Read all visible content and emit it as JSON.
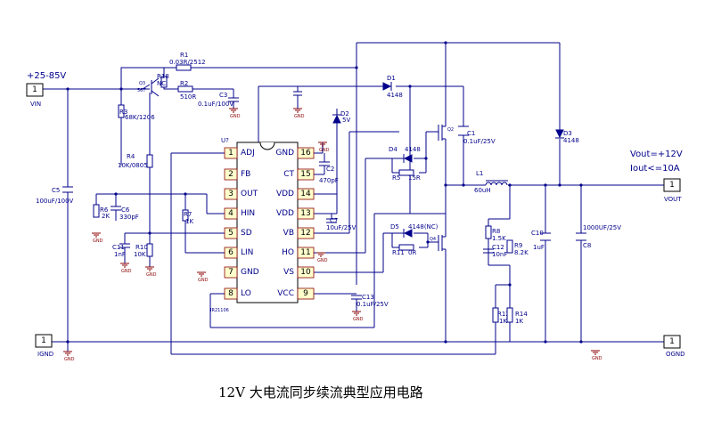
{
  "ports": {
    "vin_value": "+25-85V",
    "vin_name": "VIN",
    "vin_pin": "1",
    "ignd_name": "IGND",
    "ignd_pin": "1",
    "vout_name": "VOUT",
    "vout_pin": "1",
    "ognd_name": "OGND",
    "ognd_pin": "1"
  },
  "output_spec": {
    "vout": "Vout=+12V",
    "iout": "Iout<=10A"
  },
  "ic": {
    "ref": "U?",
    "part": "IR21106",
    "left_pins": [
      {
        "num": "1",
        "name": "ADJ"
      },
      {
        "num": "2",
        "name": "FB"
      },
      {
        "num": "3",
        "name": "OUT"
      },
      {
        "num": "4",
        "name": "HIN"
      },
      {
        "num": "5",
        "name": "SD"
      },
      {
        "num": "6",
        "name": "LIN"
      },
      {
        "num": "7",
        "name": "GND"
      },
      {
        "num": "8",
        "name": "LO"
      }
    ],
    "right_pins": [
      {
        "num": "16",
        "name": "GND"
      },
      {
        "num": "15",
        "name": "CT"
      },
      {
        "num": "14",
        "name": "VDD"
      },
      {
        "num": "13",
        "name": "VDD"
      },
      {
        "num": "12",
        "name": "VB"
      },
      {
        "num": "11",
        "name": "HO"
      },
      {
        "num": "10",
        "name": "VS"
      },
      {
        "num": "9",
        "name": "VCC"
      }
    ]
  },
  "components": {
    "r1": "R1",
    "r1_val": "0.03R/2512",
    "r18": "R18",
    "r18_val": "NC",
    "q3": "Q3",
    "q3_val": "56T",
    "r2": "R2",
    "r2_val": "510R",
    "c3": "C3",
    "c3_val": "0.1uF/100V",
    "r3": "R3",
    "r3_val": "68K/1206",
    "r4": "R4",
    "r4_val": "10K/0805",
    "c5": "C5",
    "c5_val": "100uF/100V",
    "r6": "R6",
    "r6_val": "2K",
    "c6": "C6",
    "c6_val": "330pF",
    "r7": "R7",
    "r7_val": "1K",
    "c11": "C11",
    "c11_val": "1nF",
    "r10": "R10",
    "r10_val": "10K",
    "d1": "D1",
    "d1_val": "4148",
    "d2": "D2",
    "d2_val": "5V",
    "c2": "C2",
    "c2_val": "470pF",
    "c7": "C7",
    "c7_val": "10uF/25V",
    "d4": "D4",
    "d4_val": "4148",
    "r5": "R5",
    "r5_val": "15R",
    "q2": "Q2",
    "c1": "C1",
    "c1_val": "0.1uF/25V",
    "d3": "D3",
    "d3_val": "4148",
    "l1": "L1",
    "l1_val": "60uH",
    "d5": "D5",
    "d5_val": "4148(NC)",
    "r11": "R11",
    "r11_val": "0R",
    "q4": "Q4",
    "r8": "R8",
    "r8_val": "1.5K",
    "c12": "C12",
    "c12_val": "10nF",
    "r9": "R9",
    "r9_val": "8.2K",
    "c10": "C10",
    "c10_val": "1uF",
    "c8": "C8",
    "c8_val": "1000UF/25V",
    "c13": "C13",
    "c13_val": "0.1uF/25V",
    "r12": "R12",
    "r12_val": "1K",
    "r14": "R14",
    "r14_val": "1K"
  },
  "gnd_label": "GND",
  "caption": "12V 大电流同步续流典型应用电路"
}
